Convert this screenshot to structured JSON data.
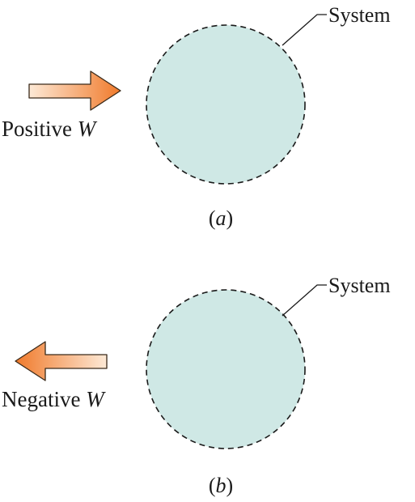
{
  "colors": {
    "system_fill": "#cfe8e5",
    "system_stroke": "#1a1a1a",
    "arrow_light": "#fde9d6",
    "arrow_dark": "#f07a2b",
    "arrow_stroke": "#3a2a1a",
    "text": "#1a1a1a"
  },
  "panels": [
    {
      "system_label": "System",
      "work_label_prefix": "Positive ",
      "work_label_var": "W",
      "arrow_direction": "right",
      "panel_label_open": "(",
      "panel_label_letter": "a",
      "panel_label_close": ")"
    },
    {
      "system_label": "System",
      "work_label_prefix": "Negative ",
      "work_label_var": "W",
      "arrow_direction": "left",
      "panel_label_open": "(",
      "panel_label_letter": "b",
      "panel_label_close": ")"
    }
  ]
}
